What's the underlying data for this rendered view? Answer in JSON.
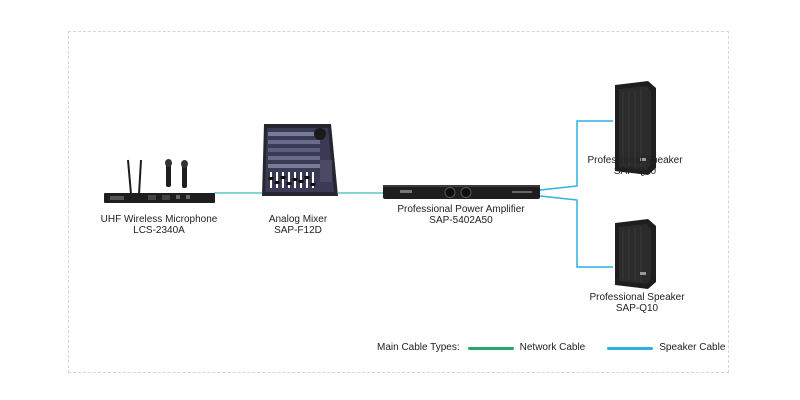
{
  "colors": {
    "network_cable": "#27a86a",
    "speaker_cable": "#2cb2e0",
    "connection_line": "#5cc6c1",
    "device_dark": "#1e1e1e"
  },
  "devices": {
    "microphone": {
      "name": "UHF Wireless Microphone",
      "model": "LCS-2340A",
      "icon": "wireless-microphone-receiver"
    },
    "mixer": {
      "name": "Analog Mixer",
      "model": "SAP-F12D",
      "icon": "analog-mixer"
    },
    "amplifier": {
      "name": "Professional Power Amplifier",
      "model": "SAP-5402A50",
      "icon": "power-amplifier"
    },
    "speaker_top": {
      "name": "Professional Speaker",
      "model": "SAP-Q10",
      "icon": "speaker"
    },
    "speaker_bottom": {
      "name": "Professional Speaker",
      "model": "SAP-Q10",
      "icon": "speaker"
    }
  },
  "legend": {
    "title": "Main Cable Types:",
    "network_label": "Network Cable",
    "speaker_label": "Speaker Cable"
  }
}
